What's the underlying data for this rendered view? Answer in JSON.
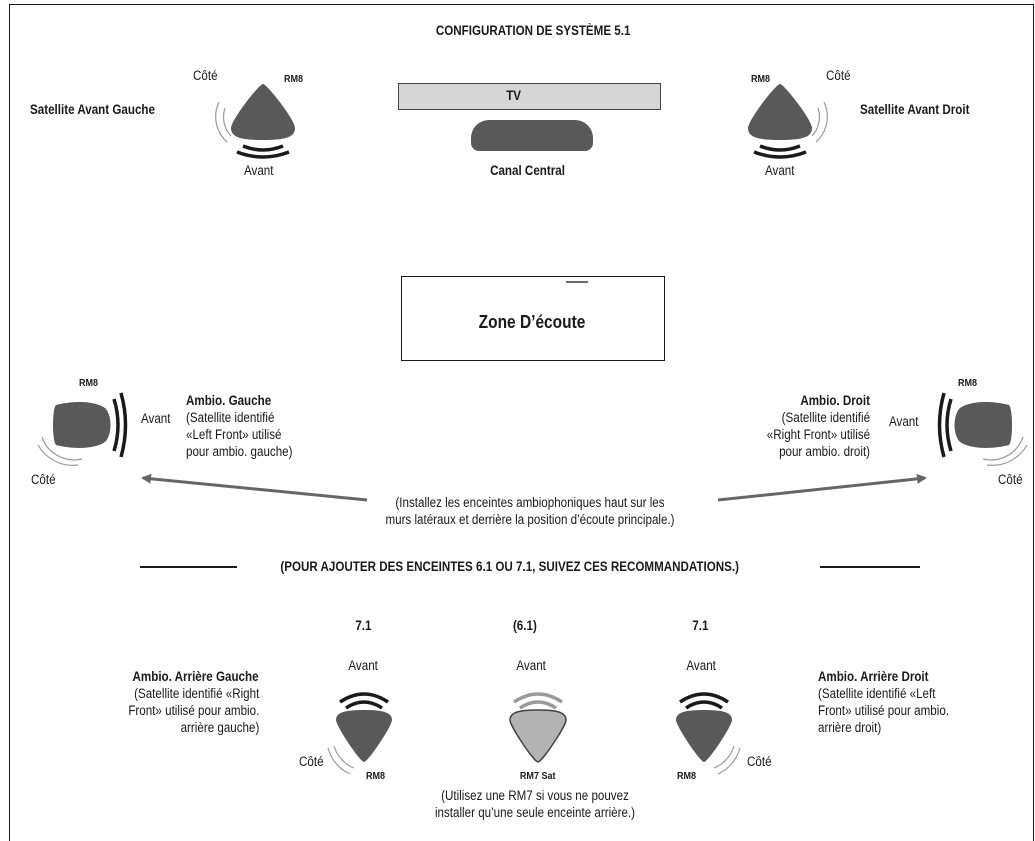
{
  "title": "CONFIGURATION DE SYSTÈME 5.1",
  "front": {
    "tv_label": "TV",
    "center_label": "Canal Central",
    "left": {
      "name": "Satellite Avant Gauche",
      "model": "RM8",
      "side": "Côté",
      "front": "Avant"
    },
    "right": {
      "name": "Satellite Avant Droit",
      "model": "RM8",
      "side": "Côté",
      "front": "Avant"
    }
  },
  "zone_label": "Zone D’écoute",
  "surround": {
    "left": {
      "name": "Ambio. Gauche",
      "note": "(Satellite identifié\n«Left Front» utilisé\npour ambio. gauche)",
      "model": "RM8",
      "front": "Avant",
      "side": "Côté"
    },
    "right": {
      "name": "Ambio. Droit",
      "note": "(Satellite identifié\n«Right Front»  utilisé\npour ambio. droit)",
      "model": "RM8",
      "front": "Avant",
      "side": "Côté"
    },
    "instruction": "(Installez les enceintes ambiophoniques haut sur les\nmurs latéraux et derrière la position d’écoute principale.)"
  },
  "divider_text": "(POUR AJOUTER DES ENCEINTES 6.1 OU 7.1, SUIVEZ CES RECOMMANDATIONS.)",
  "rear": {
    "left": {
      "config": "7.1",
      "front": "Avant",
      "side": "Côté",
      "model": "RM8",
      "name": "Ambio. Arrière Gauche",
      "note": "(Satellite identifié «Right\nFront» utilisé pour ambio.\narrière gauche)"
    },
    "center": {
      "config": "(6.1)",
      "front": "Avant",
      "model": "RM7 Sat",
      "note": "(Utilisez une RM7 si vous ne pouvez\ninstaller qu’une seule enceinte arrière.)"
    },
    "right": {
      "config": "7.1",
      "front": "Avant",
      "side": "Côté",
      "model": "RM8",
      "name": "Ambio. Arrière Droit",
      "note": "(Satellite identifié «Left\nFront» utilisé pour ambio.\narrière droit)"
    }
  },
  "colors": {
    "speaker": "#595959",
    "speaker_light": "#b3b3b3",
    "tv": "#d6d6d6",
    "arrow": "#666666",
    "wave_light": "#9a9a9a"
  }
}
